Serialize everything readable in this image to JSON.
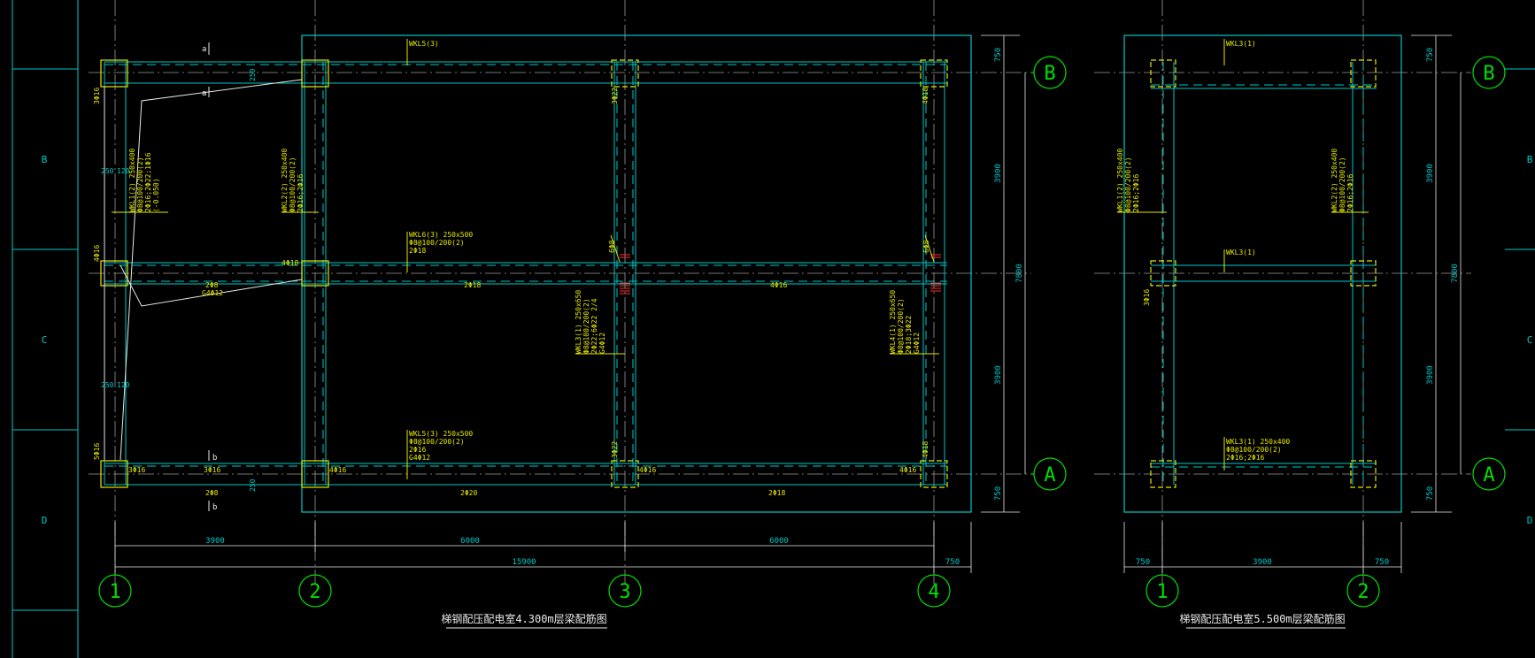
{
  "frame": {
    "row_labels": [
      "B",
      "C",
      "D"
    ]
  },
  "plan1": {
    "title": "梯钢配压配电室4.300m层梁配筋图",
    "axis_x": [
      "1",
      "2",
      "3",
      "4"
    ],
    "axis_y": [
      "B",
      "A"
    ],
    "dims_bottom": [
      "3900",
      "6000",
      "6000"
    ],
    "dim_total": "15900",
    "dim_edge": "750",
    "dims_right": [
      "750",
      "3900",
      "7800",
      "3900",
      "750"
    ],
    "dims_left_small": [
      "250",
      "120",
      "250",
      "120"
    ],
    "beam_labels": {
      "top_mid": "WKL5(3)",
      "kl_2b": [
        "WKL2(2) 250x400",
        "Φ8@100/200(2)",
        "2Φ16;2Φ16"
      ],
      "kl_1": [
        "WKL1(2) 250x400",
        "Φ8@100/200(2)",
        "2Φ16;2Φ22;1Φ16",
        "(-0.050)"
      ],
      "kl_6": [
        "WKL6(3) 250x500",
        "Φ8@100/200(2)",
        "2Φ18"
      ],
      "kl_5": [
        "WKL5(3) 250x500",
        "Φ8@100/200(2)",
        "2Φ16",
        "G4Φ12"
      ],
      "kl_3": [
        "WKL3(1) 250x650",
        "Φ8@100/200(2)",
        "2Φ22;6Φ22 2/4",
        "G4Φ12"
      ],
      "kl_4": [
        "WKL4(1) 250x650",
        "Φ8@100/200(2)",
        "2Φ18;3Φ22",
        "G4Φ12"
      ]
    },
    "rebar_labels": {
      "mid_left": "2Φ18",
      "mid_right": "4Φ16",
      "mid_col2": "4Φ18",
      "bot_left": "2Φ20",
      "bot_right": "2Φ18",
      "bot_col1": "3Φ16",
      "bot_col1b": "3Φ16",
      "bot_col2": "4Φ16",
      "bot_col3": "4Φ16",
      "bot_col4": "4Φ16",
      "top_col3": "3Φ22",
      "top_col4": "4Φ18",
      "bot_col3v": "3Φ22",
      "bot_col4v": "4Φ18",
      "stirrup_a": "6Φ8",
      "stirrup_b": "6Φ8",
      "left_1": "3Φ16",
      "left_2": "4Φ16",
      "left_3": "5Φ16",
      "lower_left_1": "2Φ8",
      "lower_left_2": "G4Φ12",
      "under_1": "2Φ8",
      "sec_a": "a",
      "sec_b": "b"
    }
  },
  "plan2": {
    "title": "梯钢配压配电室5.500m层梁配筋图",
    "axis_x": [
      "1",
      "2"
    ],
    "axis_y": [
      "B",
      "A"
    ],
    "dims_bottom": [
      "750",
      "3900",
      "750"
    ],
    "dims_right": [
      "750",
      "3900",
      "7800",
      "3900",
      "750"
    ],
    "beam_labels": {
      "top": "WKL3(1)",
      "mid": "WKL3(1)",
      "left": [
        "WKL1(2) 250x400",
        "Φ8@100/200(2)",
        "2Φ16;2Φ16"
      ],
      "right": [
        "WKL2(2) 250x400",
        "Φ8@100/200(2)",
        "2Φ16;2Φ16"
      ],
      "bottom": [
        "WKL3(1) 250x400",
        "Φ8@100/200(2)",
        "2Φ16;2Φ16"
      ]
    },
    "left_rebar": "3Φ16"
  },
  "colors": {
    "background": "#000000",
    "frame": "#00c8c8",
    "beam": "#00c8c8",
    "column": "#e6e600",
    "annotation": "#e6e600",
    "dimension": "#00c8c8",
    "axis_bubble": "#00e000",
    "leader": "#e8e8e8",
    "hatch": "#ff3030"
  }
}
